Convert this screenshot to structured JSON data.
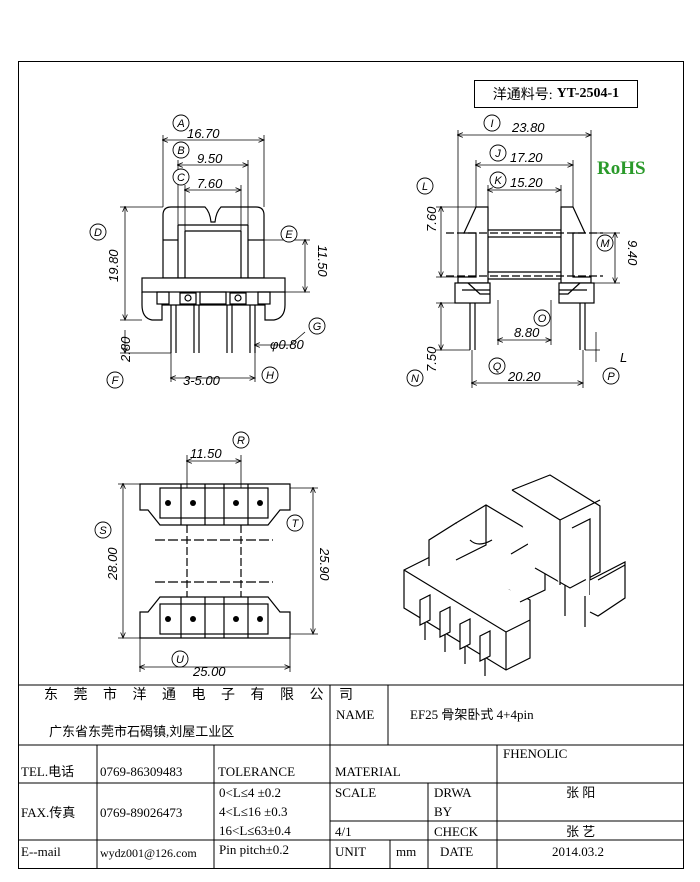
{
  "part_number": {
    "label": "洋通料号:",
    "value": "YT-2504-1"
  },
  "rohs": {
    "text": "RoHS",
    "color": "#2a9a2a"
  },
  "dimensions": {
    "front": {
      "A": "16.70",
      "B": "9.50",
      "C": "7.60",
      "D": "19.80",
      "E": "11.50",
      "F": "2.80",
      "G": "φ0.80",
      "H": "3-5.00"
    },
    "side": {
      "I": "23.80",
      "J": "17.20",
      "K": "15.20",
      "L": "7.60",
      "M": "9.40",
      "N": "7.50",
      "O": "8.80",
      "P": "L",
      "Q": "20.20"
    },
    "bottom": {
      "R": "11.50",
      "S": "28.00",
      "T": "25.90",
      "U": "25.00"
    }
  },
  "title_block": {
    "company": "东 莞 市 洋 通 电 子 有 限 公 司",
    "address": "广东省东莞市石碣镇,刘屋工业区",
    "name_label": "NAME",
    "name_value": "EF25 骨架卧式 4+4pin",
    "tel_label": "TEL.电话",
    "tel_value": "0769-86309483",
    "fax_label": "FAX.传真",
    "fax_value": "0769-89026473",
    "email_label": "E--mail",
    "email_value": "wydz001@126.com",
    "tolerance_label": "TOLERANCE",
    "tolerance_lines": [
      "0<L≤4   ±0.2",
      "4<L≤16  ±0.3",
      "16<L≤63±0.4",
      "Pin pitch±0.2"
    ],
    "material_label": "MATERIAL",
    "material_value": "FHENOLIC",
    "scale_label": "SCALE",
    "scale_value": "4/1",
    "drwaby_label_1": "DRWA",
    "drwaby_label_2": "BY",
    "drwaby_value": "张 阳",
    "check_label": "CHECK",
    "check_value": "张 艺",
    "unit_label": "UNIT",
    "unit_value": "mm",
    "date_label": "DATE",
    "date_value": "2014.03.2"
  }
}
